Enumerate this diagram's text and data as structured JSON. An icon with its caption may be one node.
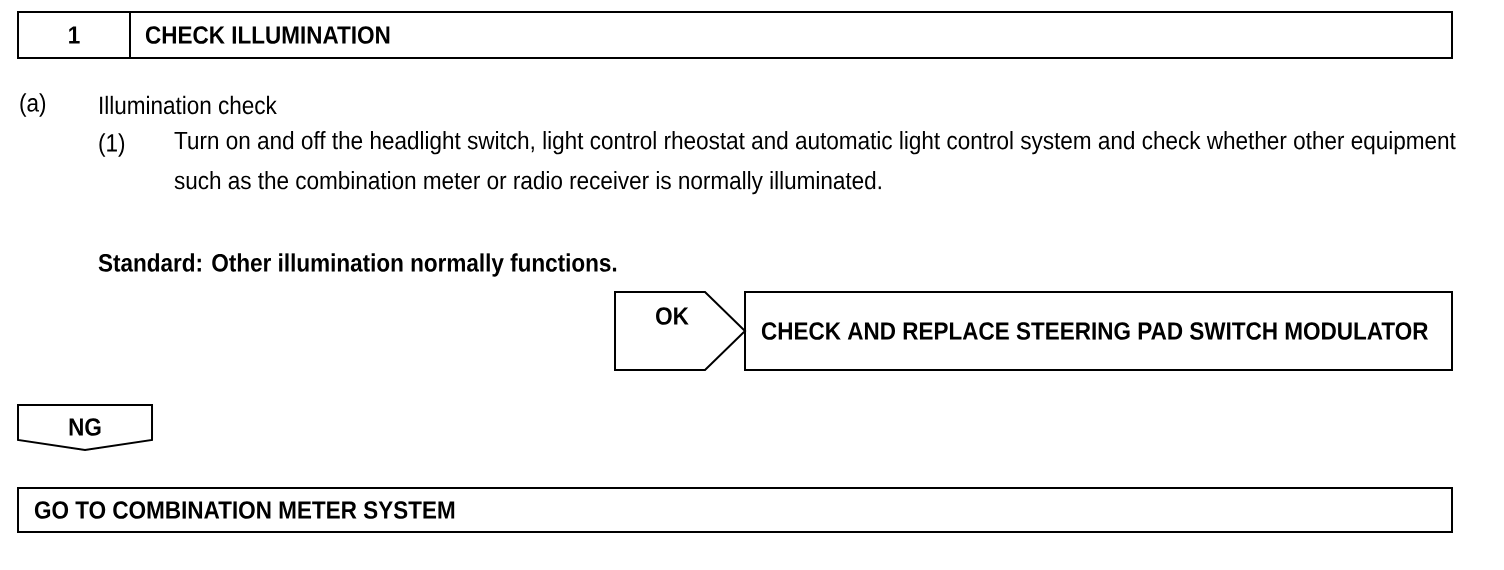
{
  "diagram": {
    "nodes": [
      {
        "text": [
          "1",
          "CHECK ILLUMINATION"
        ]
      },
      {
        "text": [
          "OK"
        ]
      },
      {
        "text": [
          "CHECK AND REPLACE STEERING PAD SWITCH MODULATOR"
        ]
      },
      {
        "text": [
          "NG"
        ]
      },
      {
        "text": [
          "GO TO COMBINATION METER SYSTEM"
        ]
      }
    ],
    "labels": [
      "(a)",
      "Illumination check",
      "(1)",
      "Turn on and off the headlight switch, light control rheostat and automatic light control system and check whether other equipment such as the combination meter or radio receiver is normally illuminated.",
      "Standard: Other illumination normally functions."
    ]
  }
}
